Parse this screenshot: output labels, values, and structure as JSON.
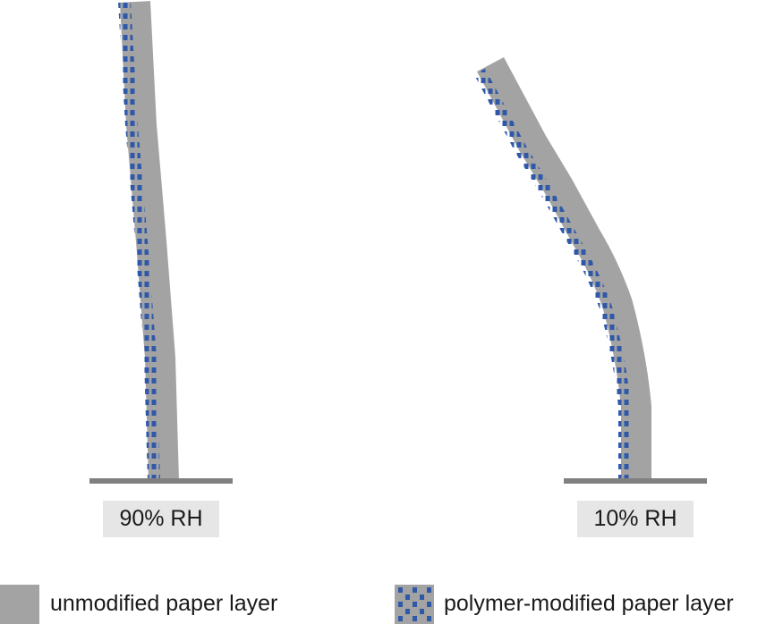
{
  "conditions": {
    "left_label": "90% RH",
    "right_label": "10% RH"
  },
  "legend": {
    "unmodified": "unmodified paper layer",
    "polymer_modified": "polymer-modified paper layer"
  },
  "colors": {
    "paper": "#a3a3a3",
    "dots": "#2f58a8",
    "base": "#808080",
    "label_bg": "#e6e6e6"
  }
}
